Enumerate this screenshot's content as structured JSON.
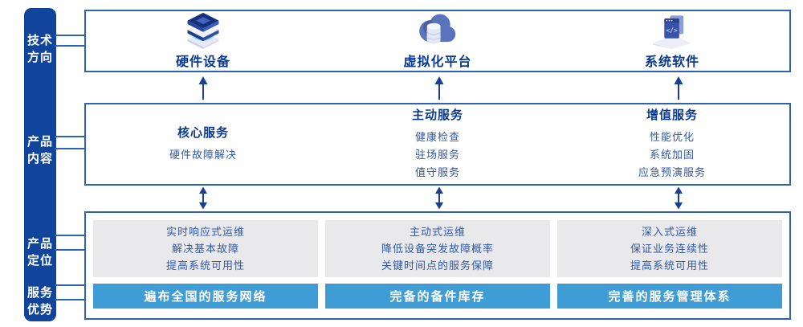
{
  "colors": {
    "sidebar_bg": "#10459B",
    "border_blue": "#2E63B1",
    "title_navy": "#0B3A8D",
    "body_blue": "#2F59A5",
    "panel_gray": "#E9E9EB",
    "bar_blue": "#3F9CD5",
    "arrow_navy": "#1A3F8F"
  },
  "sidebar": {
    "items": [
      {
        "id": "tech-direction",
        "label": "技术\n方向"
      },
      {
        "id": "product-content",
        "label": "产品\n内容"
      },
      {
        "id": "product-positioning",
        "label": "产品\n定位"
      },
      {
        "id": "service-advantage",
        "label": "服务\n优势"
      }
    ]
  },
  "tech_row": {
    "items": [
      {
        "icon": "server-stack-icon",
        "label": "硬件设备"
      },
      {
        "icon": "cloud-database-icon",
        "label": "虚拟化平台"
      },
      {
        "icon": "code-window-icon",
        "label": "系统软件"
      }
    ]
  },
  "content_row": {
    "columns": [
      {
        "title": "核心服务",
        "items": [
          "硬件故障解决"
        ]
      },
      {
        "title": "主动服务",
        "items": [
          "健康检查",
          "驻场服务",
          "值守服务"
        ]
      },
      {
        "title": "增值服务",
        "items": [
          "性能优化",
          "系统加固",
          "应急预演服务"
        ]
      }
    ]
  },
  "bottom_row": {
    "columns": [
      {
        "positioning": [
          "实时响应式运维",
          "解决基本故障",
          "提高系统可用性"
        ],
        "advantage": "遍布全国的服务网络"
      },
      {
        "positioning": [
          "主动式运维",
          "降低设备突发故障概率",
          "关键时间点的服务保障"
        ],
        "advantage": "完备的备件库存"
      },
      {
        "positioning": [
          "深入式运维",
          "保证业务连续性",
          "提高系统可用性"
        ],
        "advantage": "完善的服务管理体系"
      }
    ]
  }
}
